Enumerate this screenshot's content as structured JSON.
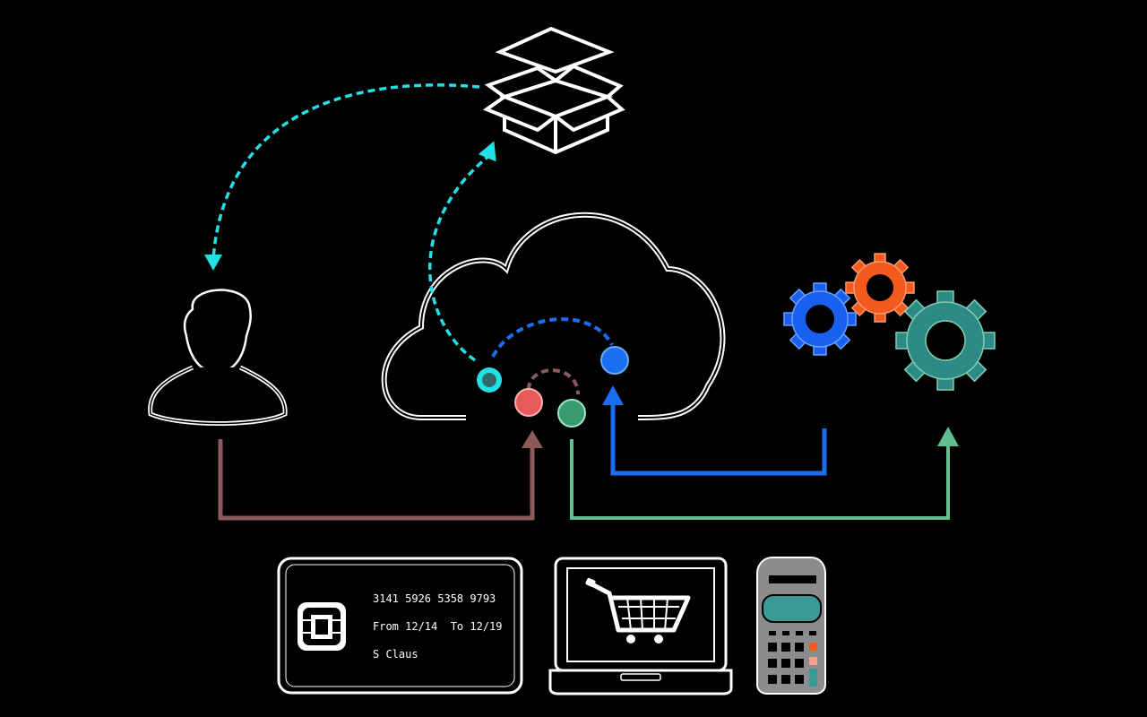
{
  "card": {
    "number": "3141 5926 5358 9793",
    "validity": "From 12/14  To 12/19",
    "holder": "S Claus"
  },
  "colors": {
    "background": "#000000",
    "outline": "#ffffff",
    "cyan": "#22e0e6",
    "blue": "#1a6ff0",
    "brown": "#8b5a5a",
    "green": "#5fbf8f",
    "red_node": "#e85a5a",
    "orange_gear": "#f25a1e",
    "blue_gear": "#1860f0",
    "teal_gear": "#2e8a86",
    "calculator_body": "#8c8c8c",
    "calculator_display": "#3a9a96"
  },
  "icons": {
    "box": "open-box-icon",
    "user": "user-icon",
    "cloud": "cloud-icon",
    "gears": "gears-icon",
    "credit_card": "credit-card-icon",
    "laptop": "laptop-cart-icon",
    "calculator": "calculator-icon"
  }
}
